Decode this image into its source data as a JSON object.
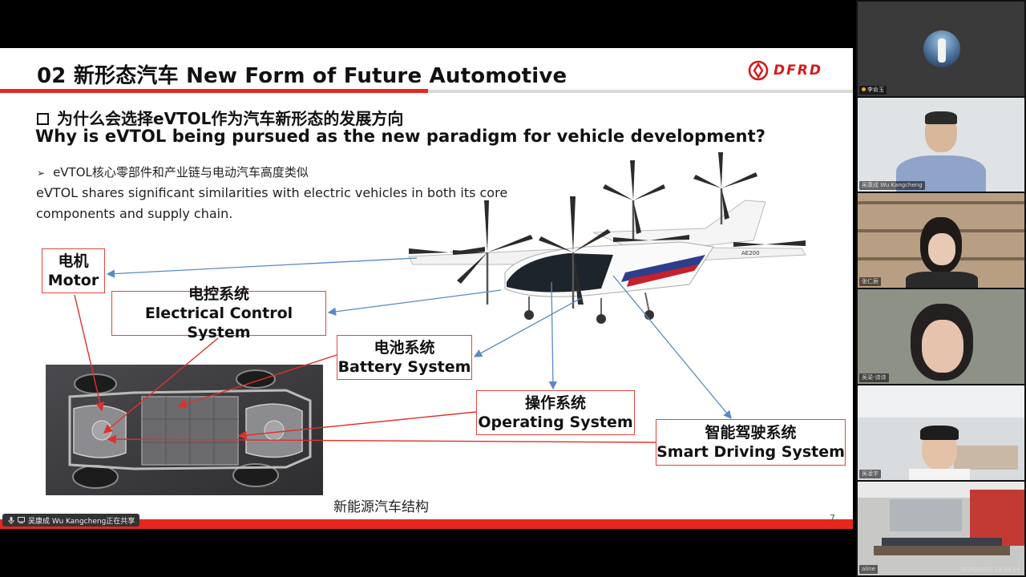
{
  "slide": {
    "title": "02 新形态汽车 New Form of Future Automotive",
    "logo_text": "DFRD",
    "question_zh": "为什么会选择eVTOL作为汽车新形态的发展方向",
    "question_en": "Why is eVTOL being pursued as the new paradigm for vehicle development?",
    "bullet_zh": "eVTOL核心零部件和产业链与电动汽车高度类似",
    "bullet_en": "eVTOL shares significant similarities with electric vehicles in both its core components and supply chain.",
    "aircraft_marking": "AE200",
    "labels": {
      "motor": {
        "zh": "电机",
        "en": "Motor"
      },
      "ecs": {
        "zh": "电控系统",
        "en": "Electrical Control System"
      },
      "battery": {
        "zh": "电池系统",
        "en": "Battery System"
      },
      "operating": {
        "zh": "操作系统",
        "en": "Operating System"
      },
      "driving": {
        "zh": "智能驾驶系统",
        "en": "Smart Driving System"
      }
    },
    "caption": "新能源汽车结构",
    "page_number": "7"
  },
  "share_bar": {
    "text": "吴康成 Wu Kangcheng正在共享"
  },
  "participants": [
    {
      "name": "李俞玉"
    },
    {
      "name": "吴康成 Wu Kangcheng"
    },
    {
      "name": "张仁辰"
    },
    {
      "name": "吴梁-诗诗"
    },
    {
      "name": "吴凌宇"
    },
    {
      "name": "aline"
    }
  ],
  "timestamp": "2025/09/10 19:19:14",
  "colors": {
    "accent_red": "#e6271d",
    "box_border": "#e0473f",
    "arrow_red": "#e0302a",
    "arrow_blue": "#5a8ac6"
  }
}
